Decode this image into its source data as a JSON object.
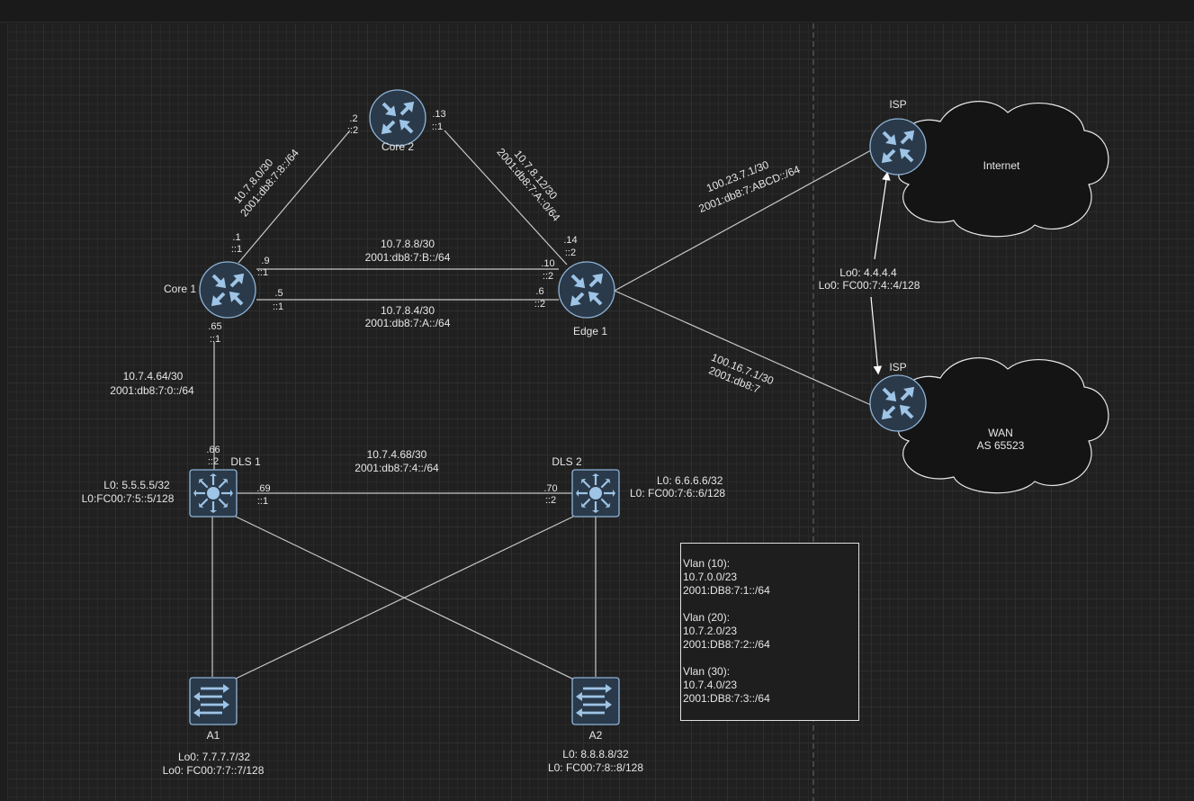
{
  "nodes": {
    "core1": "Core 1",
    "core2": "Core 2",
    "edge1": "Edge 1",
    "isp_top": "ISP",
    "isp_bottom": "ISP",
    "internet": "Internet",
    "wan": "WAN",
    "wan_as": "AS 65523",
    "dls1": "DLS 1",
    "dls2": "DLS 2",
    "a1": "A1",
    "a2": "A2"
  },
  "links": {
    "core1_core2": {
      "net4": "10.7.8.0/30",
      "net6": "2001:db8:7:8::/64",
      "c1_v4": ".1",
      "c1_v6": "::1",
      "c2_v4": ".2",
      "c2_v6": "::2"
    },
    "core2_edge1": {
      "net4": "10.7.8.12/30",
      "net6": "2001:db8:7:A::0/64",
      "c2_v4": ".13",
      "c2_v6": "::1",
      "e1_v4": ".14",
      "e1_v6": "::2"
    },
    "core1_edge1_a": {
      "net4": "10.7.8.8/30",
      "net6": "2001:db8:7:B::/64",
      "c1_v4": ".9",
      "c1_v6": "::1",
      "e1_v4": ".10",
      "e1_v6": "::2"
    },
    "core1_edge1_b": {
      "net4": "10.7.8.4/30",
      "net6": "2001:db8:7:A::/64",
      "c1_v4": ".5",
      "c1_v6": "::1",
      "e1_v4": ".6",
      "e1_v6": "::2"
    },
    "core1_dls1": {
      "net4": "10.7.4.64/30",
      "net6": "2001:db8:7:0::/64",
      "c1_v4": ".65",
      "c1_v6": "::1",
      "d1_v4": ".66",
      "d1_v6": "::2"
    },
    "dls1_dls2": {
      "net4": "10.7.4.68/30",
      "net6": "2001:db8:7:4::/64",
      "d1_v4": ".69",
      "d1_v6": "::1",
      "d2_v4": ".70",
      "d2_v6": "::2"
    },
    "edge1_isp_top": {
      "net4": "100.23.7.1/30",
      "net6": "2001:db8:7:ABCD::/64"
    },
    "edge1_isp_bottom": {
      "net4": "100.16.7.1/30",
      "net6": "2001:db8:7"
    }
  },
  "loopbacks": {
    "isp": {
      "v4": "Lo0: 4.4.4.4",
      "v6": "Lo0: FC00:7:4::4/128"
    },
    "dls1": {
      "v4": "L0: 5.5.5.5/32",
      "v6": "L0:FC00:7:5::5/128"
    },
    "dls2": {
      "v4": "L0: 6.6.6.6/32",
      "v6": "L0: FC00:7:6::6/128"
    },
    "a1": {
      "v4": "Lo0: 7.7.7.7/32",
      "v6": "Lo0: FC00:7:7::7/128"
    },
    "a2": {
      "v4": "L0: 8.8.8.8/32",
      "v6": "L0: FC00:7:8::8/128"
    }
  },
  "vlans": [
    {
      "name": "Vlan (10):",
      "v4": "10.7.0.0/23",
      "v6": "2001:DB8:7:1::/64"
    },
    {
      "name": "Vlan (20):",
      "v4": "10.7.2.0/23",
      "v6": "2001:DB8:7:2::/64"
    },
    {
      "name": "Vlan (30):",
      "v4": "10.7.4.0/23",
      "v6": "2001:DB8:7:3::/64"
    }
  ],
  "icons": {
    "router": "router-icon",
    "l3switch": "multilayer-switch-icon",
    "l2switch": "switch-icon",
    "cloud": "cloud-icon"
  },
  "colors": {
    "canvas": "#202020",
    "device_fill": "#2a3a4a",
    "device_stroke": "#8fb4d8",
    "arrow": "#9ec4e6",
    "line": "#c8c8c8",
    "cloud_fill": "#1a1a1a"
  }
}
